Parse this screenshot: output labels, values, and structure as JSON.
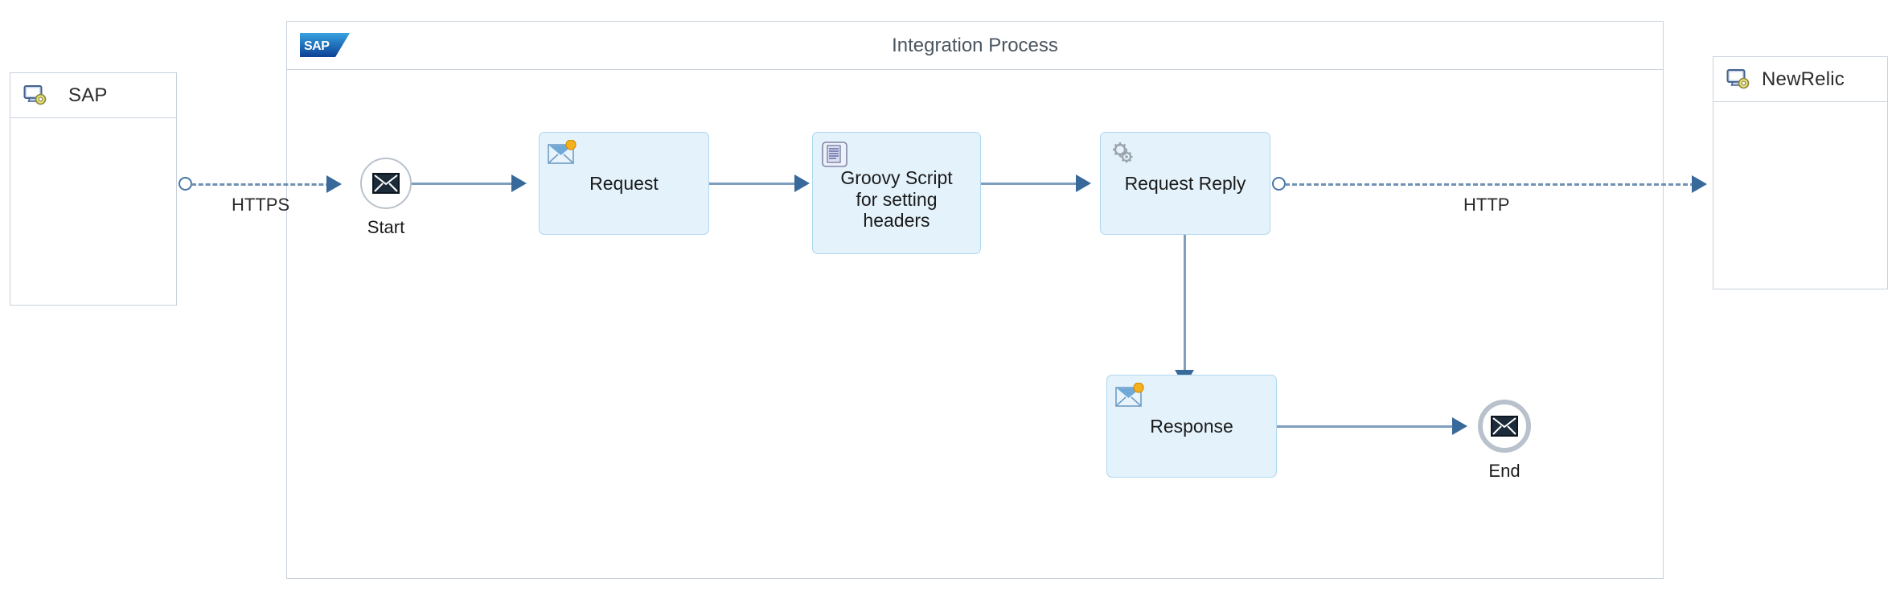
{
  "diagram": {
    "type": "bpmn-integration-flow",
    "title": "Integration Process"
  },
  "participants": [
    {
      "id": "sap",
      "label": "SAP",
      "icon": "system-monitor-icon",
      "side": "left"
    },
    {
      "id": "newrelic",
      "label": "NewRelic",
      "icon": "system-monitor-icon",
      "side": "right"
    }
  ],
  "pool": {
    "title": "Integration Process",
    "logo": "sap-logo",
    "logo_text": "SAP"
  },
  "events": [
    {
      "id": "start",
      "label": "Start",
      "icon": "envelope-icon",
      "kind": "message-start-event"
    },
    {
      "id": "end",
      "label": "End",
      "icon": "envelope-icon",
      "kind": "message-end-event"
    }
  ],
  "tasks": [
    {
      "id": "request",
      "label": "Request",
      "icon": "mail-mapping-icon"
    },
    {
      "id": "groovy-script",
      "label": "Groovy Script\nfor setting\nheaders",
      "icon": "script-icon"
    },
    {
      "id": "request-reply",
      "label": "Request Reply",
      "icon": "gear-icon"
    },
    {
      "id": "response",
      "label": "Response",
      "icon": "mail-mapping-icon"
    }
  ],
  "message_flows": [
    {
      "id": "https-flow",
      "label": "HTTPS",
      "from": "sap",
      "to": "start"
    },
    {
      "id": "http-flow",
      "label": "HTTP",
      "from": "request-reply",
      "to": "newrelic"
    }
  ],
  "sequence_flows": [
    {
      "from": "start",
      "to": "request"
    },
    {
      "from": "request",
      "to": "groovy-script"
    },
    {
      "from": "groovy-script",
      "to": "request-reply"
    },
    {
      "from": "request-reply",
      "to": "response"
    },
    {
      "from": "response",
      "to": "end"
    }
  ],
  "colors": {
    "task_fill": "#e4f2fb",
    "task_border": "#aed7f0",
    "connector": "#7e9ebd",
    "arrow": "#37699b",
    "pool_border": "#c9d2dc",
    "event_border": "#b9c2cc",
    "sap_blue": "#2b7fd4"
  }
}
